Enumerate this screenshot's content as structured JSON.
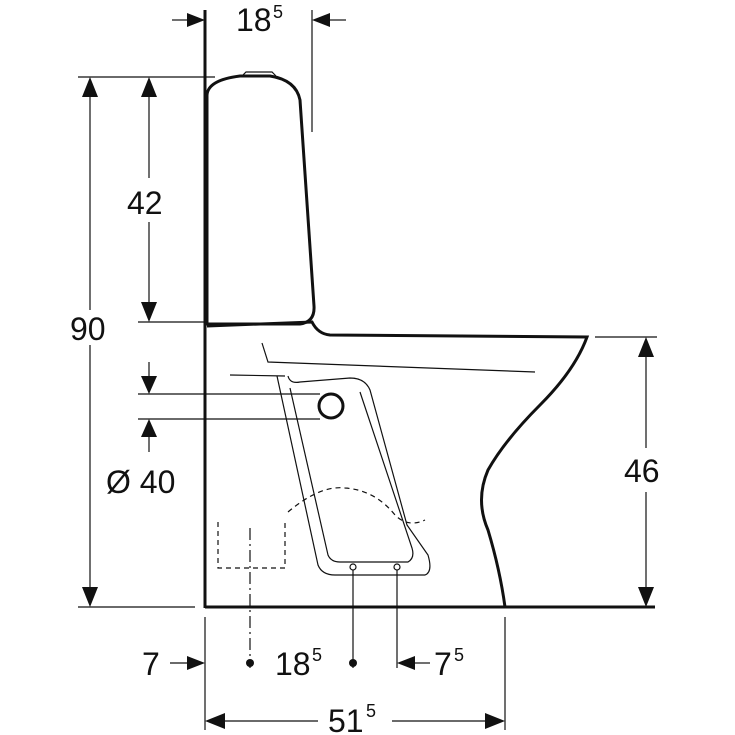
{
  "dimensions": {
    "top_depth": {
      "main": "18",
      "sup": "5"
    },
    "tank_height": "42",
    "total_height": "90",
    "drain_diameter": "Ø 40",
    "seat_height": "46",
    "wall_offset": "7",
    "centre_distance": {
      "main": "18",
      "sup": "5"
    },
    "fixing_offset": {
      "main": "7",
      "sup": "5"
    },
    "total_depth": {
      "main": "51",
      "sup": "5"
    }
  }
}
